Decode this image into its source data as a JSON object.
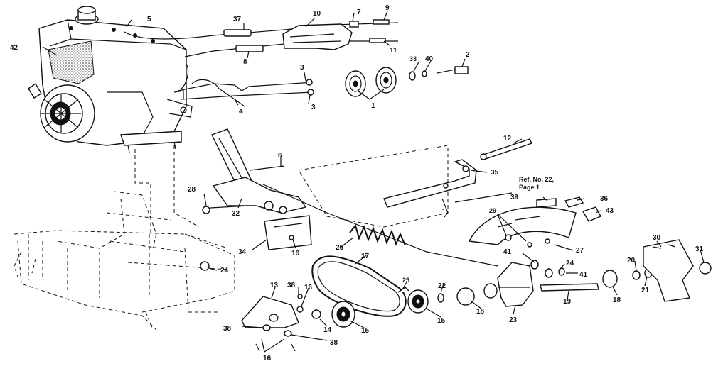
{
  "diagram": {
    "reference_note": {
      "line1": "Ref. No. 22,",
      "line2": "Page 1"
    },
    "callouts": [
      {
        "id": "c1a",
        "label": "1"
      },
      {
        "id": "c2",
        "label": "2"
      },
      {
        "id": "c3a",
        "label": "3"
      },
      {
        "id": "c3b",
        "label": "3"
      },
      {
        "id": "c4",
        "label": "4"
      },
      {
        "id": "c5",
        "label": "5"
      },
      {
        "id": "c6",
        "label": "6"
      },
      {
        "id": "c7",
        "label": "7"
      },
      {
        "id": "c8",
        "label": "8"
      },
      {
        "id": "c9",
        "label": "9"
      },
      {
        "id": "c10",
        "label": "10"
      },
      {
        "id": "c11",
        "label": "11"
      },
      {
        "id": "c12",
        "label": "12"
      },
      {
        "id": "c13",
        "label": "13"
      },
      {
        "id": "c14",
        "label": "14"
      },
      {
        "id": "c15a",
        "label": "15"
      },
      {
        "id": "c15b",
        "label": "15"
      },
      {
        "id": "c16a",
        "label": "16"
      },
      {
        "id": "c16b",
        "label": "16"
      },
      {
        "id": "c16c",
        "label": "16"
      },
      {
        "id": "c17",
        "label": "17"
      },
      {
        "id": "c18a",
        "label": "18"
      },
      {
        "id": "c18b",
        "label": "18"
      },
      {
        "id": "c19",
        "label": "19"
      },
      {
        "id": "c20",
        "label": "20"
      },
      {
        "id": "c21",
        "label": "21"
      },
      {
        "id": "c22",
        "label": "22"
      },
      {
        "id": "c23",
        "label": "23"
      },
      {
        "id": "c24a",
        "label": "24"
      },
      {
        "id": "c24b",
        "label": "24"
      },
      {
        "id": "c25",
        "label": "25"
      },
      {
        "id": "c26",
        "label": "26"
      },
      {
        "id": "c27",
        "label": "27"
      },
      {
        "id": "c28",
        "label": "28"
      },
      {
        "id": "c29",
        "label": "29"
      },
      {
        "id": "c30",
        "label": "30"
      },
      {
        "id": "c31",
        "label": "31"
      },
      {
        "id": "c32",
        "label": "32"
      },
      {
        "id": "c33",
        "label": "33"
      },
      {
        "id": "c34",
        "label": "34"
      },
      {
        "id": "c35",
        "label": "35"
      },
      {
        "id": "c36",
        "label": "36"
      },
      {
        "id": "c37",
        "label": "37"
      },
      {
        "id": "c38a",
        "label": "38"
      },
      {
        "id": "c38b",
        "label": "38"
      },
      {
        "id": "c38c",
        "label": "38"
      },
      {
        "id": "c39",
        "label": "39"
      },
      {
        "id": "c40",
        "label": "40"
      },
      {
        "id": "c41a",
        "label": "41"
      },
      {
        "id": "c41b",
        "label": "41"
      },
      {
        "id": "c42",
        "label": "42"
      },
      {
        "id": "c43",
        "label": "43"
      }
    ]
  }
}
